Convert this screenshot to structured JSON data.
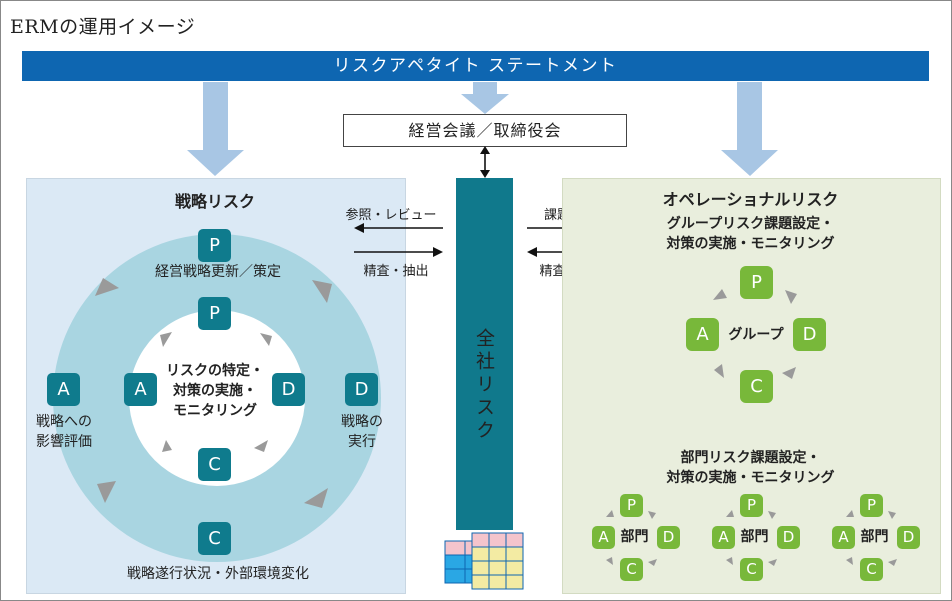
{
  "title": "ERMの運用イメージ",
  "banner": "リスクアペタイト ステートメント",
  "management_box": "経営会議／取締役会",
  "center_column": "全社リスク",
  "left_panel": {
    "title": "戦略リスク",
    "outer_cycle": {
      "p": "P",
      "p_label": "経営戦略更新／策定",
      "d": "D",
      "d_label": "戦略の\n実行",
      "c": "C",
      "c_label": "戦略遂行状況・外部環境変化",
      "a": "A",
      "a_label": "戦略への\n影響評価"
    },
    "inner_cycle": {
      "p": "P",
      "d": "D",
      "c": "C",
      "a": "A",
      "center_label": "リスクの特定・\n対策の実施・\nモニタリング"
    }
  },
  "arrows_left": {
    "top_label": "参照・レビュー",
    "bottom_label": "精査・抽出"
  },
  "arrows_right": {
    "top_label": "課題設定",
    "bottom_label": "精査・抽出"
  },
  "right_panel": {
    "title": "オペレーショナルリスク",
    "group_heading": "グループリスク課題設定・\n対策の実施・モニタリング",
    "group_cycle": {
      "p": "P",
      "d": "D",
      "c": "C",
      "a": "A",
      "center": "グループ"
    },
    "dept_heading": "部門リスク課題設定・\n対策の実施・モニタリング",
    "dept_cycles": [
      {
        "p": "P",
        "d": "D",
        "c": "C",
        "a": "A",
        "center": "部門"
      },
      {
        "p": "P",
        "d": "D",
        "c": "C",
        "a": "A",
        "center": "部門"
      },
      {
        "p": "P",
        "d": "D",
        "c": "C",
        "a": "A",
        "center": "部門"
      }
    ]
  },
  "colors": {
    "banner": "#0e66b1",
    "teal": "#0f7b8d",
    "green": "#78b83a",
    "left_panel": "#dbe9f5",
    "right_panel": "#e9eedd",
    "ring": "#a9d5e1",
    "down_arrow": "#a8c6e4"
  }
}
